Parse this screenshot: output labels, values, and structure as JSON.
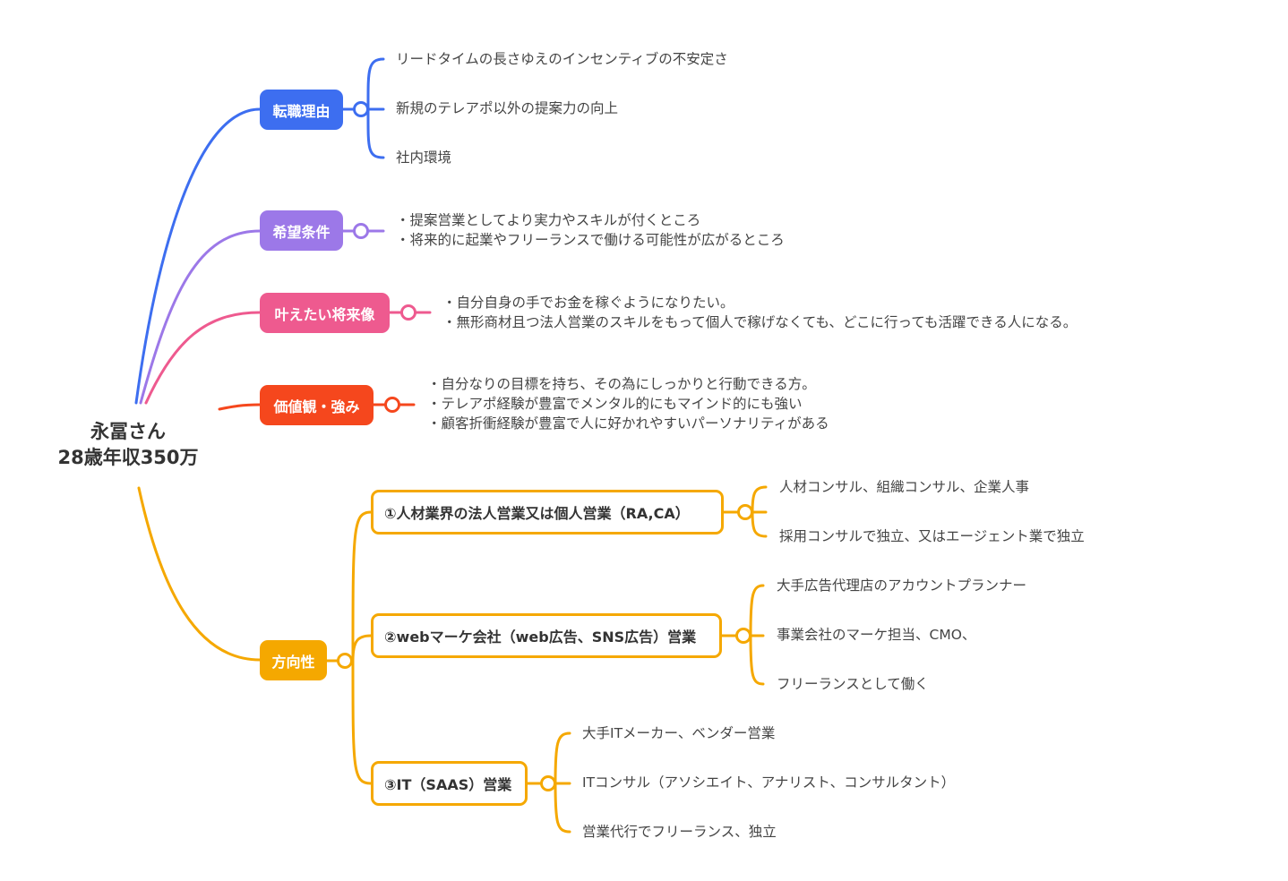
{
  "root": {
    "line1": "永冨さん",
    "line2": "28歳年収350万"
  },
  "colors": {
    "blue": "#3d6ef0",
    "purple": "#9c78e8",
    "pink": "#ee5a8f",
    "red": "#f5471d",
    "orange": "#f5a800"
  },
  "branches": {
    "reasons": {
      "label": "転職理由",
      "items": [
        "リードタイムの長さゆえのインセンティブの不安定さ",
        "新規のテレアポ以外の提案力の向上",
        "社内環境"
      ]
    },
    "conditions": {
      "label": "希望条件",
      "items": [
        "・提案営業としてより実力やスキルが付くところ",
        "・将来的に起業やフリーランスで働ける可能性が広がるところ"
      ]
    },
    "future": {
      "label": "叶えたい将来像",
      "items": [
        "・自分自身の手でお金を稼ぐようになりたい。",
        "・無形商材且つ法人営業のスキルをもって個人で稼げなくても、どこに行っても活躍できる人になる。"
      ]
    },
    "values": {
      "label": "価値観・強み",
      "items": [
        "・自分なりの目標を持ち、その為にしっかりと行動できる方。",
        "・テレアポ経験が豊富でメンタル的にもマインド的にも強い",
        "・顧客折衝経験が豊富で人に好かれやすいパーソナリティがある"
      ]
    },
    "direction": {
      "label": "方向性",
      "subs": [
        {
          "label": "①人材業界の法人営業又は個人営業（RA,CA）",
          "items": [
            "人材コンサル、組織コンサル、企業人事",
            "採用コンサルで独立、又はエージェント業で独立"
          ]
        },
        {
          "label": "②webマーケ会社（web広告、SNS広告）営業",
          "items": [
            "大手広告代理店のアカウントプランナー",
            "事業会社のマーケ担当、CMO、",
            "フリーランスとして働く"
          ]
        },
        {
          "label": "③IT（SAAS）営業",
          "items": [
            "大手ITメーカー、ベンダー営業",
            "ITコンサル（アソシエイト、アナリスト、コンサルタント）",
            "営業代行でフリーランス、独立"
          ]
        }
      ]
    }
  }
}
